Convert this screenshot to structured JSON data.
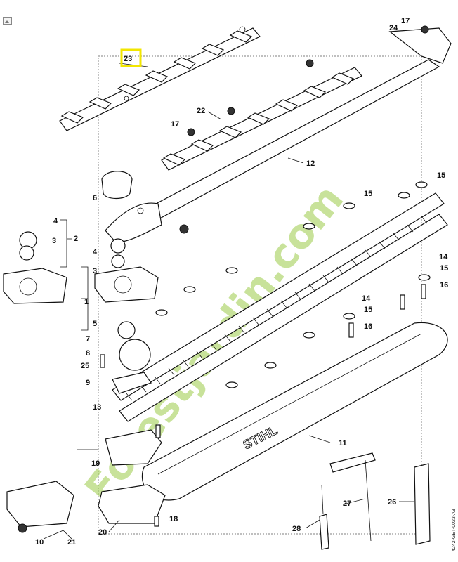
{
  "diagram": {
    "highlighted_label": "23",
    "part_labels": [
      "1",
      "2",
      "3",
      "3",
      "4",
      "4",
      "5",
      "6",
      "7",
      "8",
      "9",
      "10",
      "11",
      "12",
      "13",
      "14",
      "14",
      "15",
      "15",
      "15",
      "15",
      "16",
      "16",
      "17",
      "17",
      "18",
      "19",
      "20",
      "21",
      "22",
      "24",
      "25",
      "26",
      "27",
      "28"
    ],
    "brand_text": "STIHL",
    "doc_id": "4242-GET-0023-A3",
    "watermark_text": "Forestjardin.com",
    "highlight_color": "#f2e600",
    "watermark_colors": [
      "#f2a34a",
      "#9ccc48",
      "#b7b0a4"
    ]
  }
}
